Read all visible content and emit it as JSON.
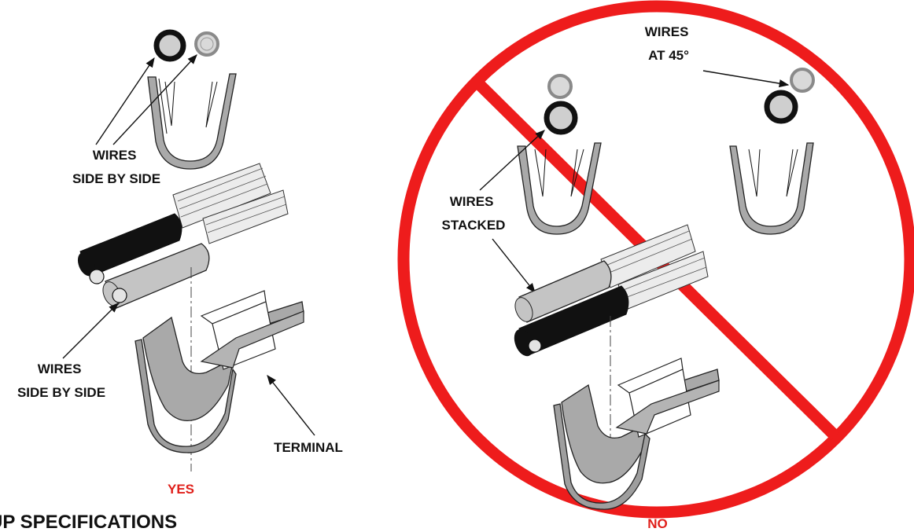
{
  "labels": {
    "yes_top_wires": [
      "WIRES",
      "SIDE BY SIDE"
    ],
    "yes_mid_wires": [
      "WIRES",
      "SIDE BY SIDE"
    ],
    "terminal": "TERMINAL",
    "yes": "YES",
    "no": "NO",
    "no_stacked": [
      "WIRES",
      "STACKED"
    ],
    "no_angle": [
      "WIRES",
      "AT 45°"
    ],
    "section_heading": "UP SPECIFICATIONS"
  },
  "colors": {
    "verdict_red": "#e0201b",
    "prohibition_red": "#ee1c1c",
    "metal_gray": "#a9a9a9",
    "insulation_gray": "#c4c4c4",
    "insulation_black": "#111111"
  }
}
